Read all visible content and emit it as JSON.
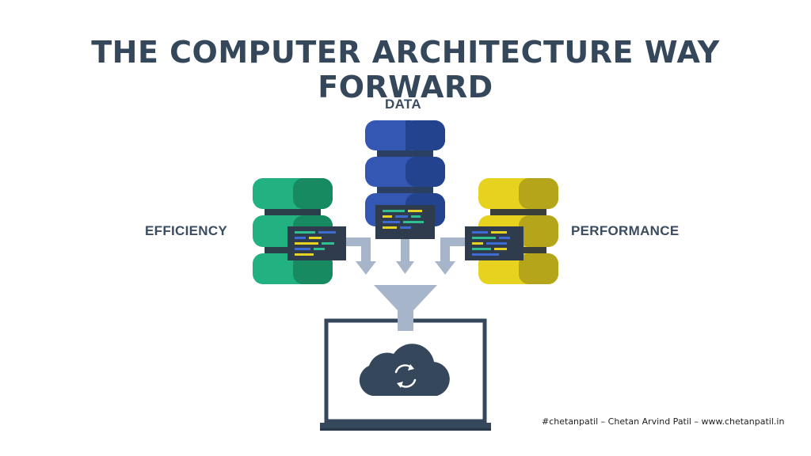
{
  "title": "THE COMPUTER ARCHITECTURE WAY FORWARD",
  "labels": {
    "data": "DATA",
    "efficiency": "EFFICIENCY",
    "performance": "PERFORMANCE"
  },
  "footer": "#chetanpatil – Chetan Arvind Patil – www.chetanpatil.in",
  "colors": {
    "title": "#35475a",
    "data_db": "#2d56a8",
    "efficiency_db": "#22b281",
    "performance_db": "#e6d21f",
    "arrow": "#a6b5c9",
    "laptop": "#35475a"
  },
  "icons": {
    "databases": "database-stack-icon",
    "code_screen": "code-window-icon",
    "funnel": "funnel-icon",
    "laptop": "laptop-icon",
    "cloud_sync": "cloud-sync-icon"
  }
}
